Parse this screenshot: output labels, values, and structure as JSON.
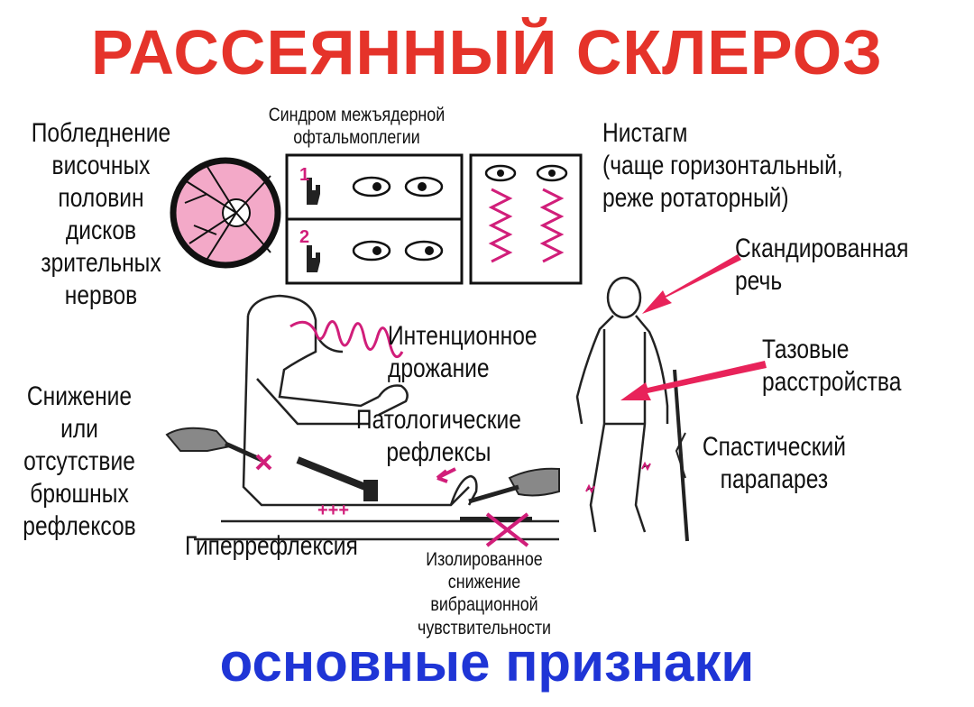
{
  "title": "РАССЕЯННЫЙ СКЛЕРОЗ",
  "footer": "основные признаки",
  "labels": {
    "optic": "Побледнение\nвисочных\nполовин\nдисков\nзрительных\nнервов",
    "ino": "Синдром межъядерной\nофтальмоплегии",
    "ino_step1": "1",
    "ino_step2": "2",
    "nystagmus": "Нистагм\n(чаще горизонтальный,\nреже ротаторный)",
    "speech": "Скандированная\nречь",
    "tremor": "Интенционное\nдрожание",
    "pelvic": "Тазовые\nрасстройства",
    "abdominal": "Снижение или\nотсутствие\nбрюшных\nрефлексов",
    "pathological": "Патологические\nрефлексы",
    "spastic": "Спастический\nпарапарез",
    "hyperreflexia": "Гиперрефлексия",
    "plus": "+++",
    "vibration": "Изолированное\nснижение\nвибрационной\nчувствительности"
  },
  "colors": {
    "title": "#e5332a",
    "footer": "#1f35d6",
    "accent": "#d11e7a",
    "arrow": "#e8235a",
    "retina": "#f3a9c8"
  }
}
